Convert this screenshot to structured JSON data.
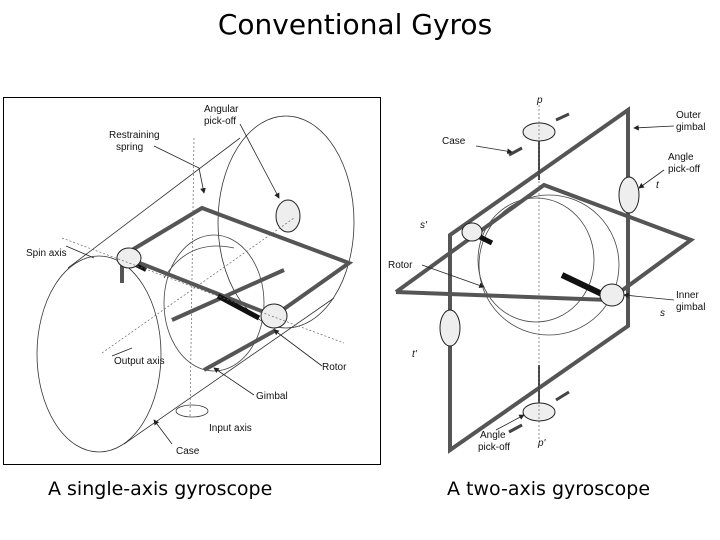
{
  "title": "Conventional Gyros",
  "single_axis": {
    "caption": "A single-axis gyroscope",
    "labels": {
      "angular_pickoff_1": "Angular",
      "angular_pickoff_2": "pick-off",
      "restraining_1": "Restraining",
      "restraining_2": "spring",
      "spin_axis": "Spin axis",
      "output_axis": "Output axis",
      "rotor": "Rotor",
      "gimbal": "Gimbal",
      "input_axis": "Input axis",
      "case": "Case"
    }
  },
  "two_axis": {
    "caption": "A two-axis gyroscope",
    "labels": {
      "p": "p",
      "p_prime": "p'",
      "case": "Case",
      "outer_gimbal_1": "Outer",
      "outer_gimbal_2": "gimbal",
      "angle_pickoff_top_1": "Angle",
      "angle_pickoff_top_2": "pick-off",
      "t": "t",
      "t_prime": "t'",
      "s": "s",
      "s_prime": "s'",
      "rotor": "Rotor",
      "inner_gimbal_1": "Inner",
      "inner_gimbal_2": "gimbal",
      "angle_pickoff_bottom_1": "Angle",
      "angle_pickoff_bottom_2": "pick-off"
    }
  }
}
